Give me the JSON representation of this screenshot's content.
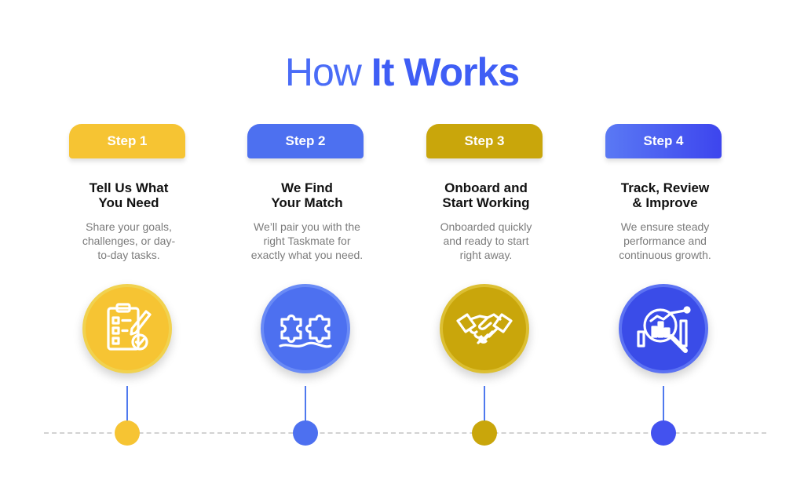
{
  "title": {
    "part1": "How",
    "part2": "It Works"
  },
  "steps": [
    {
      "label": "Step 1",
      "heading_line1": "Tell Us What",
      "heading_line2": "You Need",
      "desc_line1": "Share your goals,",
      "desc_line2": "challenges, or day-",
      "desc_line3": "to-day tasks.",
      "icon": "checklist-icon",
      "color": "#f6c433"
    },
    {
      "label": "Step 2",
      "heading_line1": "We Find",
      "heading_line2": "Your Match",
      "desc_line1": "We’ll pair you with the",
      "desc_line2": "right Taskmate for",
      "desc_line3": "exactly what you need.",
      "icon": "puzzle-icon",
      "color": "#4d70f0"
    },
    {
      "label": "Step 3",
      "heading_line1": "Onboard and",
      "heading_line2": "Start Working",
      "desc_line1": "Onboarded quickly",
      "desc_line2": "and ready to start",
      "desc_line3": "right away.",
      "icon": "handshake-icon",
      "color": "#c9a60b"
    },
    {
      "label": "Step 4",
      "heading_line1": "Track, Review",
      "heading_line2": "& Improve",
      "desc_line1": "We ensure steady",
      "desc_line2": "performance and",
      "desc_line3": "continuous growth.",
      "icon": "analytics-magnifier-icon",
      "color": "#4352ef"
    }
  ]
}
